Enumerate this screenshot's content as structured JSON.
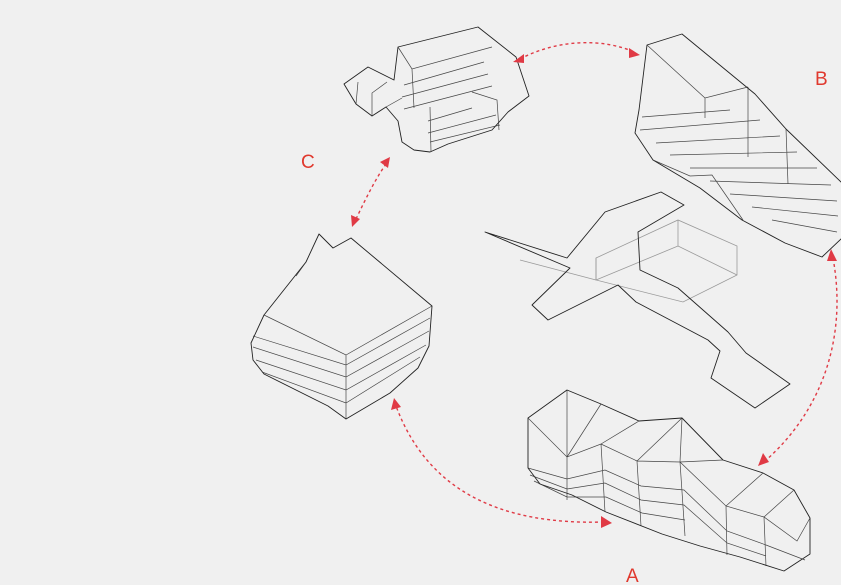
{
  "labels": {
    "a": "A",
    "b": "B",
    "c": "C"
  },
  "colors": {
    "background": "#f0f0f0",
    "building_a": "#f8b994",
    "building_b": "#d8b81a",
    "building_c": "#eef0a2",
    "red_block": "#f0523a",
    "orange_site": "#ff8a00",
    "arrow": "#e03a45"
  }
}
